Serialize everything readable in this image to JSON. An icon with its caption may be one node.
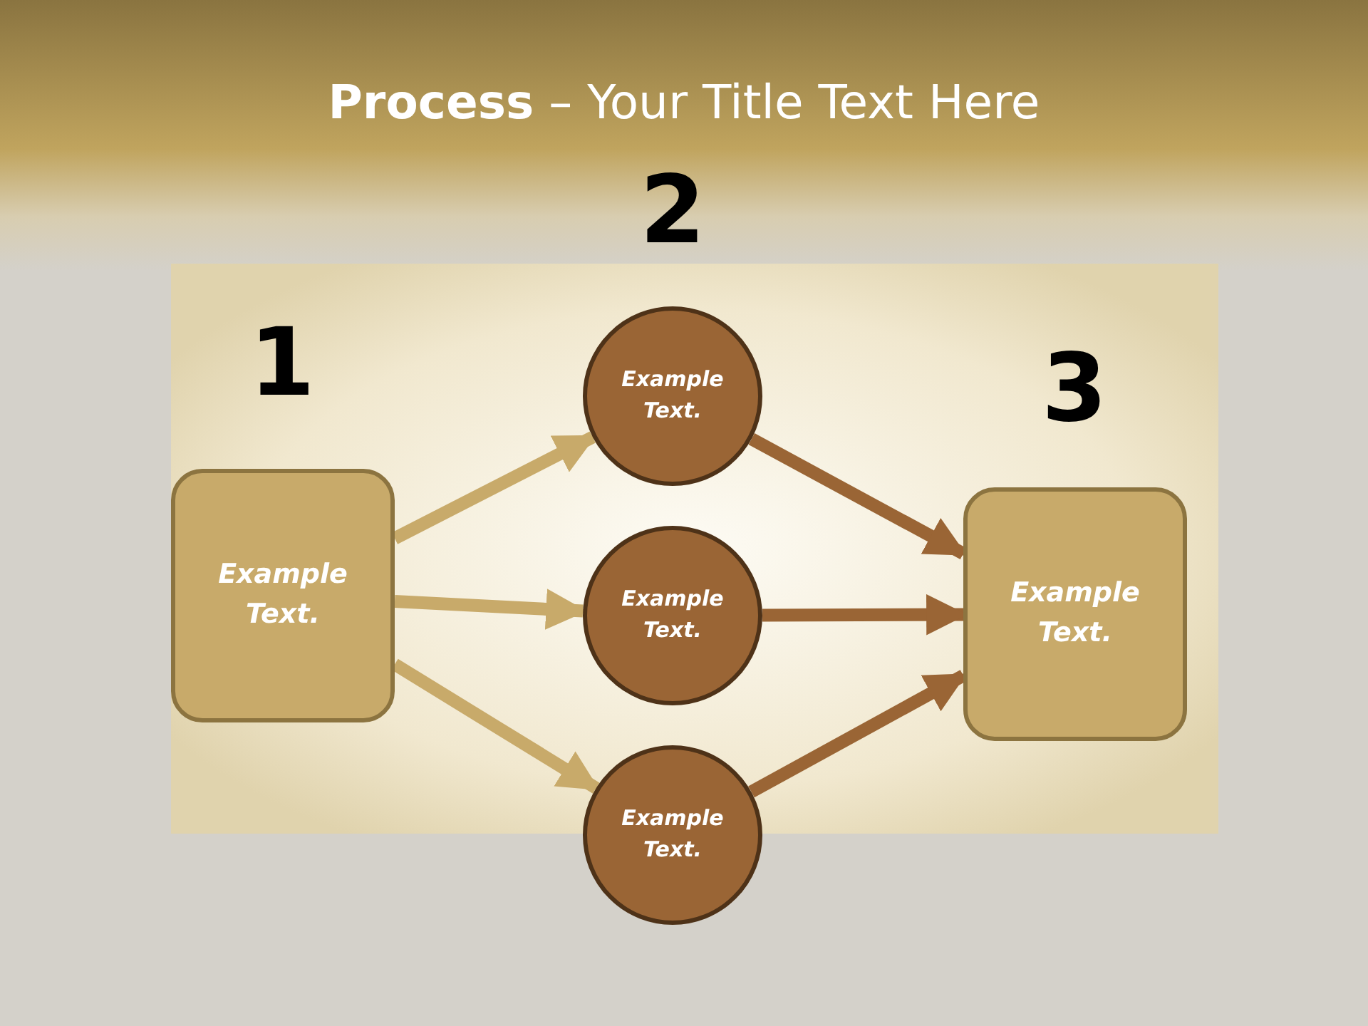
{
  "diagram": {
    "title": "**Process** – Your Title Text Here",
    "nodes": [
      {
        "text": [
          "Example Text."
        ],
        "beside": [
          "1"
        ]
      },
      {
        "text": [
          "Example Text."
        ],
        "beside": [
          "2"
        ]
      },
      {
        "text": [
          "Example Text."
        ]
      },
      {
        "text": [
          "Example Text."
        ]
      },
      {
        "text": [
          "Example Text."
        ],
        "beside": [
          "3"
        ]
      }
    ],
    "edges": [
      {
        "from": 0,
        "to": 1,
        "arrow": "to",
        "color": "#c8aa6a"
      },
      {
        "from": 0,
        "to": 2,
        "arrow": "to",
        "color": "#c8aa6a"
      },
      {
        "from": 0,
        "to": 3,
        "arrow": "to",
        "color": "#c8aa6a"
      },
      {
        "from": 1,
        "to": 4,
        "arrow": "to",
        "color": "#9a6535"
      },
      {
        "from": 2,
        "to": 4,
        "arrow": "to",
        "color": "#9a6535"
      },
      {
        "from": 3,
        "to": 4,
        "arrow": "to",
        "color": "#9a6535"
      }
    ]
  }
}
